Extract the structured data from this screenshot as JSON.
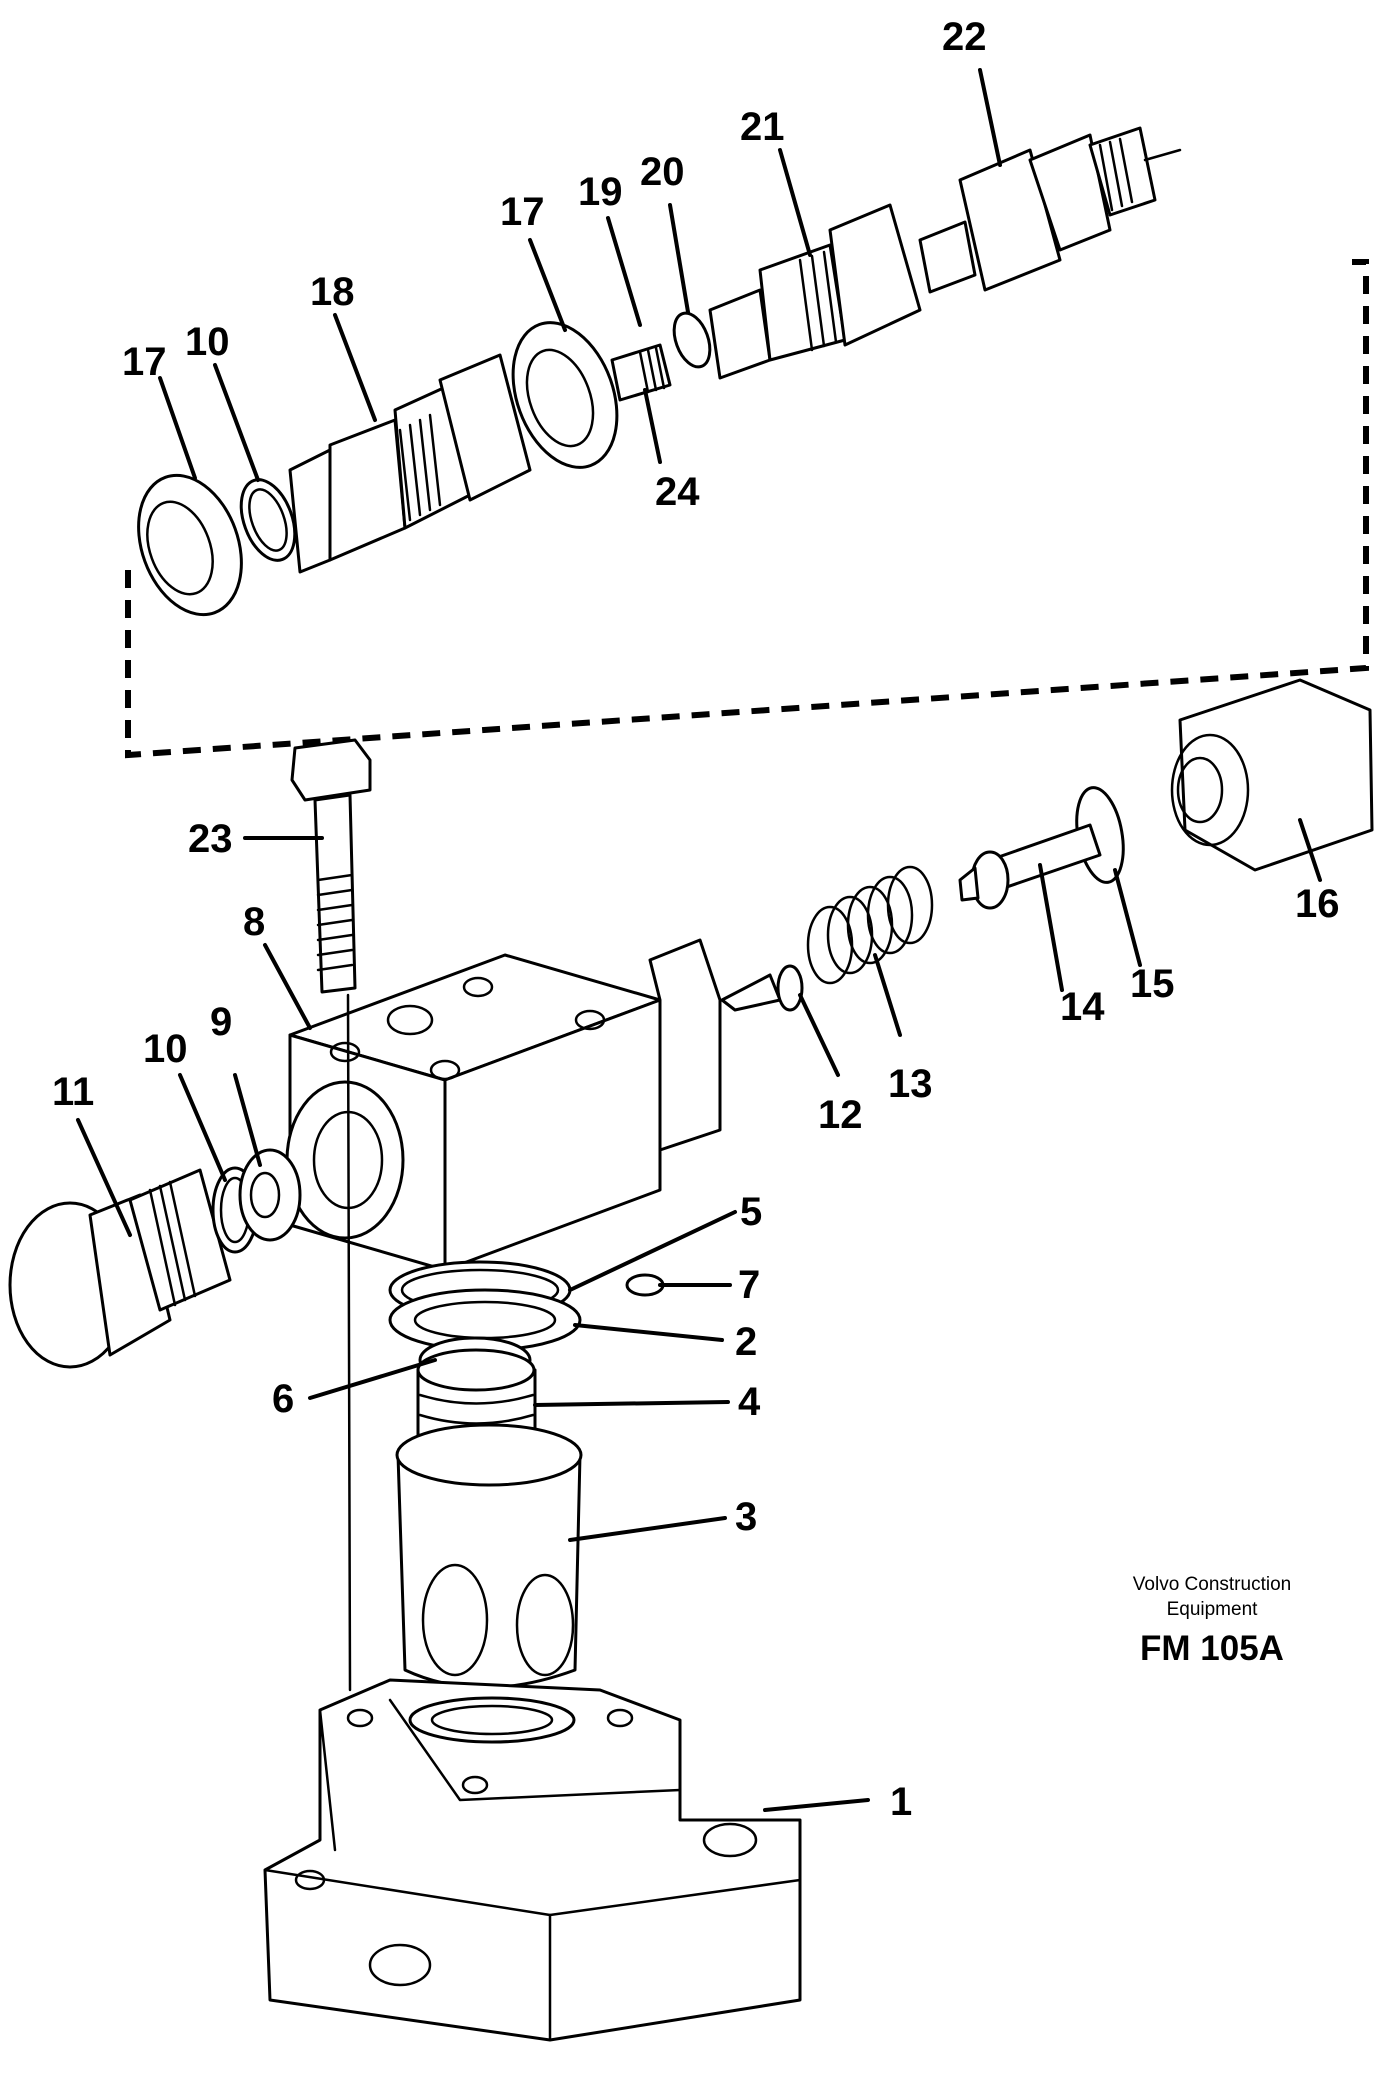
{
  "callouts": [
    "1",
    "2",
    "3",
    "4",
    "5",
    "6",
    "7",
    "8",
    "9",
    "10",
    "10",
    "11",
    "12",
    "13",
    "14",
    "15",
    "16",
    "17",
    "17",
    "18",
    "19",
    "20",
    "21",
    "22",
    "23",
    "24"
  ],
  "credit": {
    "line1": "Volvo Construction",
    "line2": "Equipment",
    "code": "FM 105A"
  }
}
